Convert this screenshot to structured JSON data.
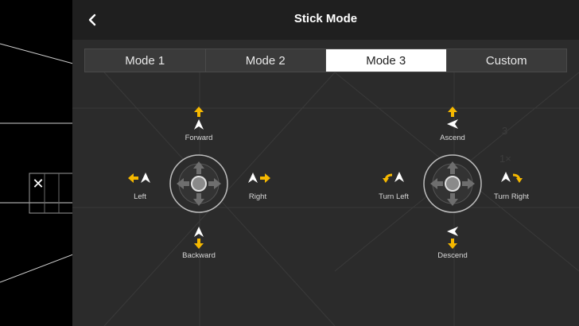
{
  "header": {
    "title": "Stick Mode",
    "back_icon": "chevron-left-icon"
  },
  "tabs": [
    {
      "label": "Mode 1",
      "active": false
    },
    {
      "label": "Mode 2",
      "active": false
    },
    {
      "label": "Mode 3",
      "active": true
    },
    {
      "label": "Custom",
      "active": false
    }
  ],
  "left_stick": {
    "up": "Forward",
    "down": "Backward",
    "left": "Left",
    "right": "Right"
  },
  "right_stick": {
    "up": "Ascend",
    "down": "Descend",
    "left": "Turn Left",
    "right": "Turn Right"
  },
  "colors": {
    "accent": "#f5b800",
    "panel": "#2b2b2b",
    "header": "#1f1f1f"
  },
  "close_icon": "close-icon"
}
